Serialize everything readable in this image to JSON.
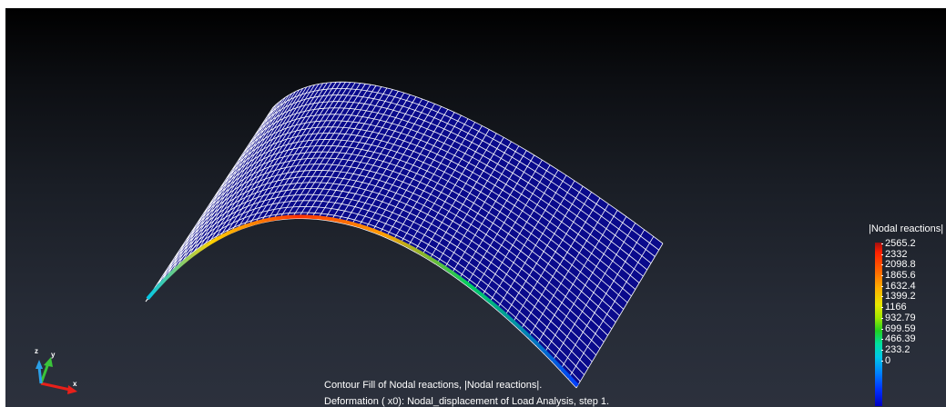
{
  "legend": {
    "title": "|Nodal reactions|",
    "labels": [
      "2565.2",
      "2332",
      "2098.8",
      "1865.6",
      "1632.4",
      "1399.2",
      "1166",
      "932.79",
      "699.59",
      "466.39",
      "233.2",
      "0"
    ]
  },
  "caption": {
    "line1": "Contour Fill of Nodal reactions, |Nodal reactions|.",
    "line2": "Deformation ( x0): Nodal_displacement of Load Analysis, step 1."
  },
  "axes": {
    "x_label": "x",
    "y_label": "y",
    "z_label": "z",
    "x_color": "#e8201a",
    "y_color": "#3ac43a",
    "z_color": "#2aa0e8"
  },
  "colors": {
    "mesh_fill": "#0a0a8c",
    "mesh_lines": "#ffffff"
  },
  "icons": {
    "triad": "axis-triad-icon"
  }
}
